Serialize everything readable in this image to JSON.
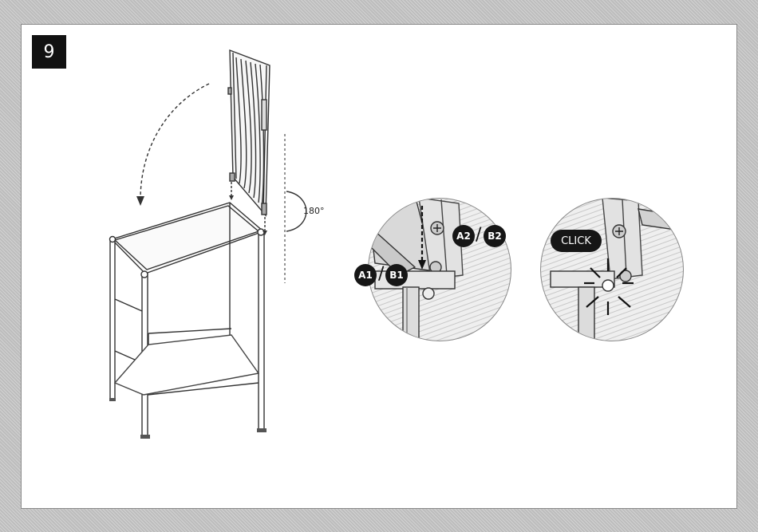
{
  "step": {
    "number": "9"
  },
  "rotation": {
    "angle": "180°"
  },
  "detail_1": {
    "label_a": "A1",
    "label_b": "B1",
    "label_c": "A2",
    "label_d": "B2",
    "separator": "/"
  },
  "detail_2": {
    "click_text": "CLICK"
  },
  "colors": {
    "badge": "#111111",
    "line": "#333333",
    "detail_fill": "#e6e6e6"
  }
}
